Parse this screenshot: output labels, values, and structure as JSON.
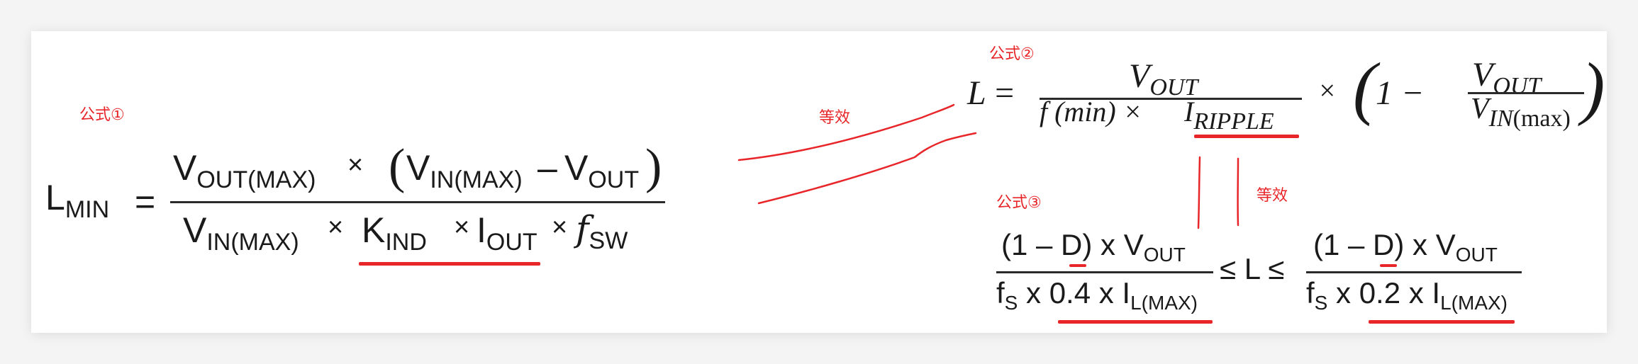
{
  "labels": {
    "formula1_tag": "公式①",
    "formula2_tag": "公式②",
    "formula3_tag": "公式③",
    "equiv_left": "等效",
    "equiv_right": "等效"
  },
  "formula1": {
    "lhs": "L",
    "lhs_sub": "MIN",
    "equals": "=",
    "num_v": "V",
    "num_v_sub": "OUT(MAX)",
    "num_times": "×",
    "num_open": "(",
    "num_vin": "V",
    "num_vin_sub": "IN(MAX)",
    "num_minus": "–",
    "num_vout": "V",
    "num_vout_sub": "OUT",
    "num_close": ")",
    "den_vin": "V",
    "den_vin_sub": "IN(MAX)",
    "den_times1": "×",
    "den_k": "K",
    "den_k_sub": "IND",
    "den_times2": "×",
    "den_i": "I",
    "den_i_sub": "OUT",
    "den_times3": "×",
    "den_f": "f",
    "den_f_sub": "SW"
  },
  "formula2": {
    "lhs": "L",
    "equals": "=",
    "num": "V",
    "num_sub": "OUT",
    "den_a": "f (min) ×",
    "den_i": "I",
    "den_i_sub": "RIPPLE",
    "times": "×",
    "open": "(",
    "one_minus": "1 −",
    "frac_num": "V",
    "frac_num_sub": "OUT",
    "frac_den": "V",
    "frac_den_sub": "IN",
    "frac_den_sub2": "(max)",
    "close": ")"
  },
  "formula3": {
    "left_num": "(1 – D) x V",
    "left_num_sub": "OUT",
    "left_den_a": "f",
    "left_den_a_sub": "S",
    "left_den_b": "x 0.4 x I",
    "left_den_b_sub": "L(MAX)",
    "middle": "≤ L ≤",
    "right_num": "(1 – D) x V",
    "right_num_sub": "OUT",
    "right_den_a": "f",
    "right_den_a_sub": "S",
    "right_den_b": "x 0.2 x I",
    "right_den_b_sub": "L(MAX)"
  },
  "colors": {
    "annotation": "#e8262a",
    "formula": "#1a1a1a",
    "background": "#f4f4f4",
    "card": "#ffffff"
  }
}
